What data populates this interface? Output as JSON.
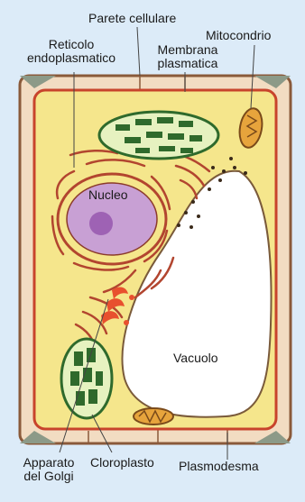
{
  "figure": {
    "colors": {
      "background": "#dcebf8",
      "cell_wall": "#f2dcc2",
      "wall_outline": "#8a5a3a",
      "wall_corner": "#8c9a88",
      "membrane": "#c8442c",
      "cytoplasm": "#f5e68c",
      "nucleus": "#c8a0d4",
      "nucleolus": "#9e62b4",
      "er": "#b2452f",
      "golgi": "#e8502e",
      "vacuole": "#ffffff",
      "chloroplast": "#2f6a2c",
      "mitochondrion": "#e7a43c"
    },
    "labels": {
      "cell_wall": "Parete cellulare",
      "mitochondrion": "Mitocondrio",
      "er_line1": "Reticolo",
      "er_line2": "endoplasmatico",
      "membrane_line1": "Membrana",
      "membrane_line2": "plasmatica",
      "nucleus": "Nucleo",
      "vacuole": "Vacuolo",
      "golgi_line1": "Apparato",
      "golgi_line2": "del Golgi",
      "chloroplast": "Cloroplasto",
      "plasmodesma": "Plasmodesma"
    }
  }
}
